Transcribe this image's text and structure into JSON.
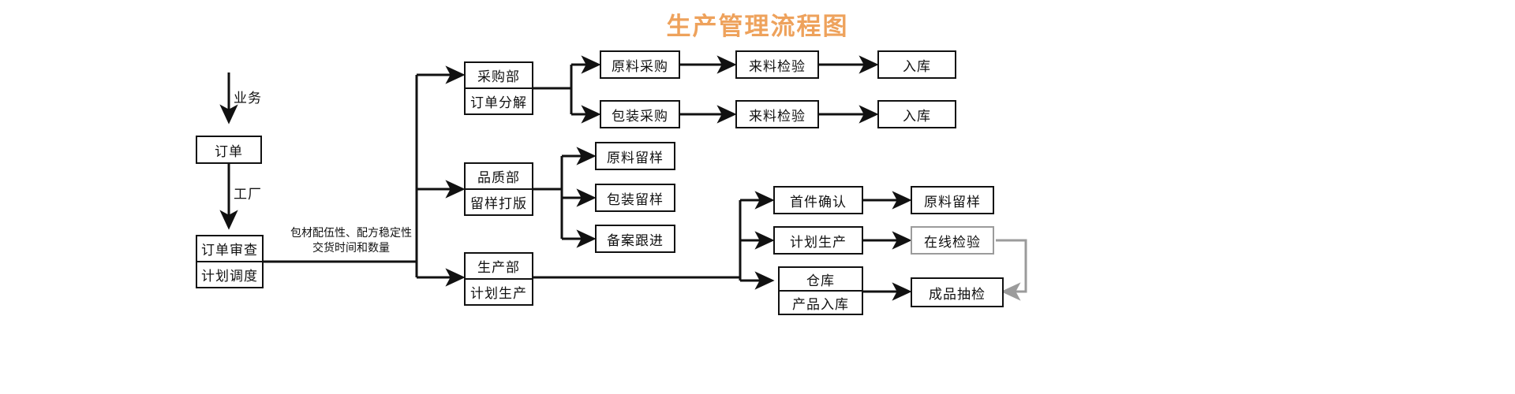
{
  "title": "生产管理流程图",
  "colors": {
    "title": "#eea25c",
    "line": "#111111",
    "feedback_line": "#9b9b9b",
    "background": "#ffffff"
  },
  "edge_labels": [
    {
      "id": "business",
      "text": "业务"
    },
    {
      "id": "factory",
      "text": "工厂"
    }
  ],
  "annotation": {
    "line1": "包材配伍性、配方稳定性",
    "line2": "交货时间和数量"
  },
  "nodes": [
    {
      "id": "order",
      "lines": [
        "订单"
      ]
    },
    {
      "id": "order-review",
      "lines": [
        "订单审查",
        "计划调度"
      ]
    },
    {
      "id": "purchasing-dept",
      "lines": [
        "采购部",
        "订单分解"
      ]
    },
    {
      "id": "quality-dept",
      "lines": [
        "品质部",
        "留样打版"
      ]
    },
    {
      "id": "production-dept",
      "lines": [
        "生产部",
        "计划生产"
      ]
    },
    {
      "id": "material-purchase",
      "lines": [
        "原料采购"
      ]
    },
    {
      "id": "incoming-insp-1",
      "lines": [
        "来料检验"
      ]
    },
    {
      "id": "warehouse-in-1",
      "lines": [
        "入库"
      ]
    },
    {
      "id": "package-purchase",
      "lines": [
        "包装采购"
      ]
    },
    {
      "id": "incoming-insp-2",
      "lines": [
        "来料检验"
      ]
    },
    {
      "id": "warehouse-in-2",
      "lines": [
        "入库"
      ]
    },
    {
      "id": "material-sample",
      "lines": [
        "原料留样"
      ]
    },
    {
      "id": "package-sample",
      "lines": [
        "包装留样"
      ]
    },
    {
      "id": "record-follow",
      "lines": [
        "备案跟进"
      ]
    },
    {
      "id": "first-article",
      "lines": [
        "首件确认"
      ]
    },
    {
      "id": "material-sample-2",
      "lines": [
        "原料留样"
      ]
    },
    {
      "id": "plan-production",
      "lines": [
        "计划生产"
      ]
    },
    {
      "id": "online-insp",
      "lines": [
        "在线检验"
      ]
    },
    {
      "id": "storehouse",
      "lines": [
        "仓库",
        "产品入库"
      ]
    },
    {
      "id": "finished-check",
      "lines": [
        "成品抽检"
      ]
    }
  ]
}
